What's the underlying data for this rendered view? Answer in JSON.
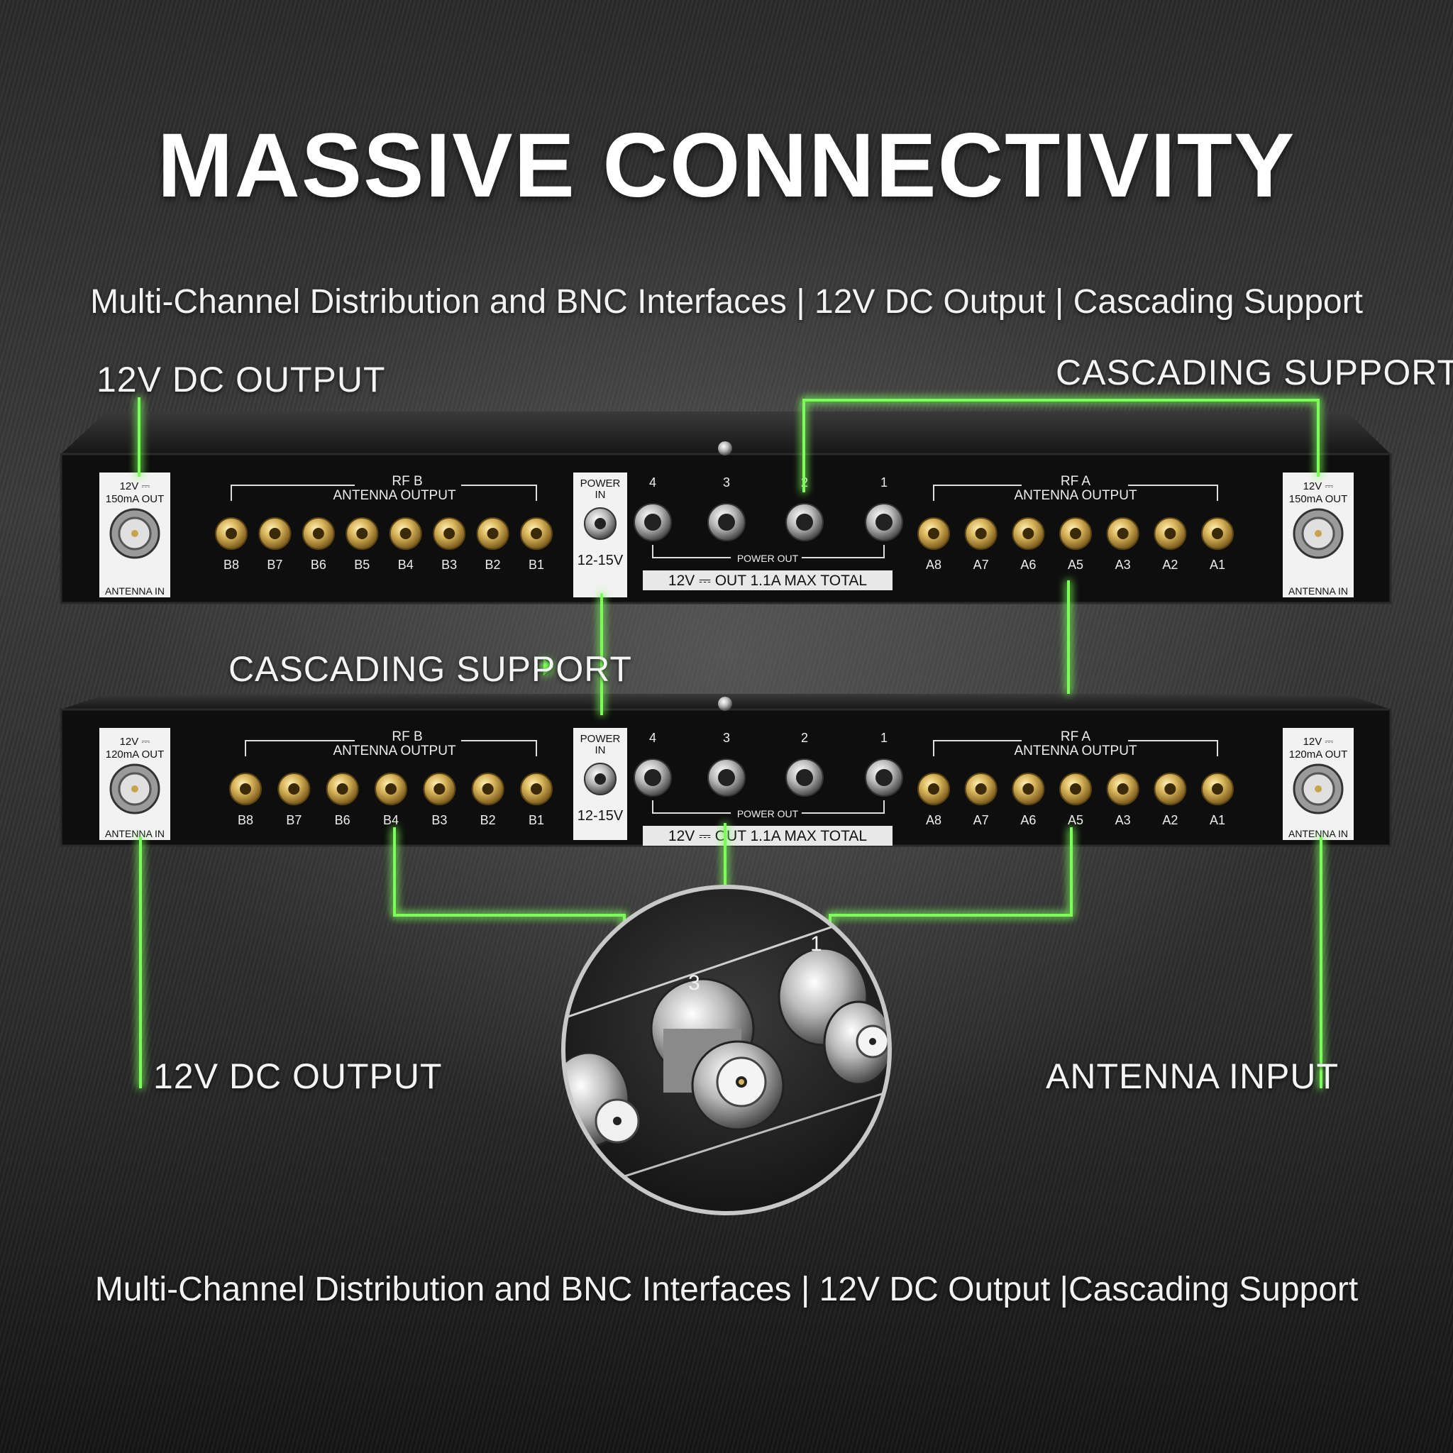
{
  "title": "MASSIVE CONNECTIVITY",
  "subtitle_top": "Multi-Channel Distribution and BNC Interfaces | 12V DC Output | Cascading Support",
  "subtitle_bottom": "Multi-Channel Distribution and BNC Interfaces | 12V DC Output |Cascading Support",
  "callouts": {
    "dc_output_top": "12V DC OUTPUT",
    "cascading_top": "CASCADING SUPPORT",
    "cascading_middle": "CASCADING SUPPORT",
    "dc_output_bottom": "12V DC OUTPUT",
    "antenna_input": "ANTENNA INPUT"
  },
  "colors": {
    "accent_glow": "#7dff5a",
    "panel": "#0e0e0e",
    "label_white": "#f2f2f2",
    "sma_gold": "#c9a44a"
  },
  "units": [
    {
      "side_left": {
        "line1": "12V ⎓",
        "line2": "150mA OUT",
        "bottom": "ANTENNA IN"
      },
      "side_right": {
        "line1": "12V ⎓",
        "line2": "150mA OUT",
        "bottom": "ANTENNA IN"
      },
      "rf_b": {
        "head": "RF B",
        "sub": "ANTENNA OUTPUT",
        "ports": [
          "B8",
          "B7",
          "B6",
          "B5",
          "B4",
          "B3",
          "B2",
          "B1"
        ]
      },
      "rf_a": {
        "head": "RF A",
        "sub": "ANTENNA OUTPUT",
        "ports": [
          "A8",
          "A7",
          "A6",
          "A5",
          "A3",
          "A2",
          "A1"
        ]
      },
      "power_in": {
        "label": "POWER IN",
        "voltage": "12-15V"
      },
      "bnc": [
        "4",
        "3",
        "2",
        "1"
      ],
      "power_out": "POWER OUT",
      "total": "12V ⎓ OUT 1.1A  MAX  TOTAL"
    },
    {
      "side_left": {
        "line1": "12V ⎓",
        "line2": "120mA OUT",
        "bottom": "ANTENNA IN"
      },
      "side_right": {
        "line1": "12V ⎓",
        "line2": "120mA OUT",
        "bottom": "ANTENNA IN"
      },
      "rf_b": {
        "head": "RF B",
        "sub": "ANTENNA OUTPUT",
        "ports": [
          "B8",
          "B7",
          "B6",
          "B4",
          "B3",
          "B2",
          "B1"
        ]
      },
      "rf_a": {
        "head": "RF A",
        "sub": "ANTENNA OUTPUT",
        "ports": [
          "A8",
          "A7",
          "A6",
          "A5",
          "A3",
          "A2",
          "A1"
        ]
      },
      "power_in": {
        "label": "POWER IN",
        "voltage": "12-15V"
      },
      "bnc": [
        "4",
        "3",
        "2",
        "1"
      ],
      "power_out": "POWER OUT",
      "total": "12V ⎓ OUT 1.1A  MAX  TOTAL"
    }
  ],
  "zoom": {
    "labels": [
      "3",
      "1"
    ]
  }
}
